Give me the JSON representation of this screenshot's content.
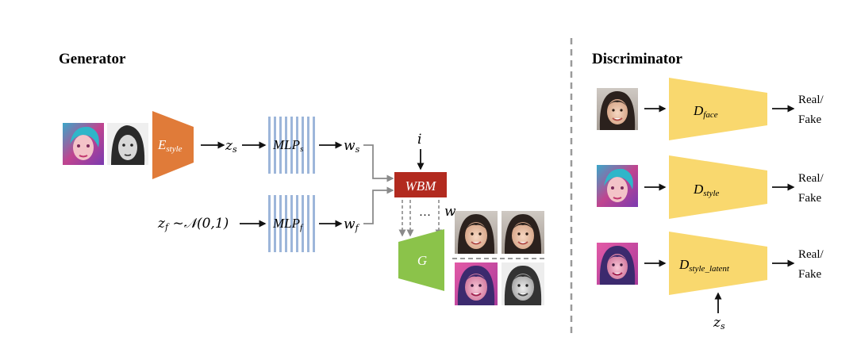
{
  "generator": {
    "title": "Generator",
    "style_encoder": {
      "main": "E",
      "sub": "style"
    },
    "z_s": {
      "main": "z",
      "sub": "s"
    },
    "mlp_s": {
      "main": "MLP",
      "sub": "s"
    },
    "w_s": {
      "main": "w",
      "sub": "s"
    },
    "z_f_expr": {
      "main": "z",
      "sub": "f",
      "rest": " ~𝒩(0,1)"
    },
    "mlp_f": {
      "main": "MLP",
      "sub": "f"
    },
    "w_f": {
      "main": "w",
      "sub": "f"
    },
    "i_label": "i",
    "wbm_label": "WBM",
    "dots_label": "…",
    "w_label": "w",
    "g_label": "G"
  },
  "discriminator": {
    "title": "Discriminator",
    "d_face": {
      "main": "D",
      "sub": "face"
    },
    "d_style": {
      "main": "D",
      "sub": "style"
    },
    "d_style_latent": {
      "main": "D",
      "sub": "style_latent"
    },
    "output_line1": "Real/",
    "output_line2": "Fake",
    "z_s_input": {
      "main": "z",
      "sub": "s"
    }
  },
  "colors": {
    "encoder": "#E07B39",
    "mlp_stripe": "#9DB6DA",
    "wbm": "#B22A1F",
    "generator": "#8BC34A",
    "discriminator": "#F9D86E",
    "divider": "#9A9A9A"
  },
  "images": {
    "style_ref_color": "colorful-illustration-thumbnail",
    "style_ref_sketch": "sketch-portrait-thumbnail",
    "output_real_face": "real-face-thumbnail",
    "output_stylized": "stylized-face-thumbnail",
    "output_sketch": "sketch-face-thumbnail"
  }
}
